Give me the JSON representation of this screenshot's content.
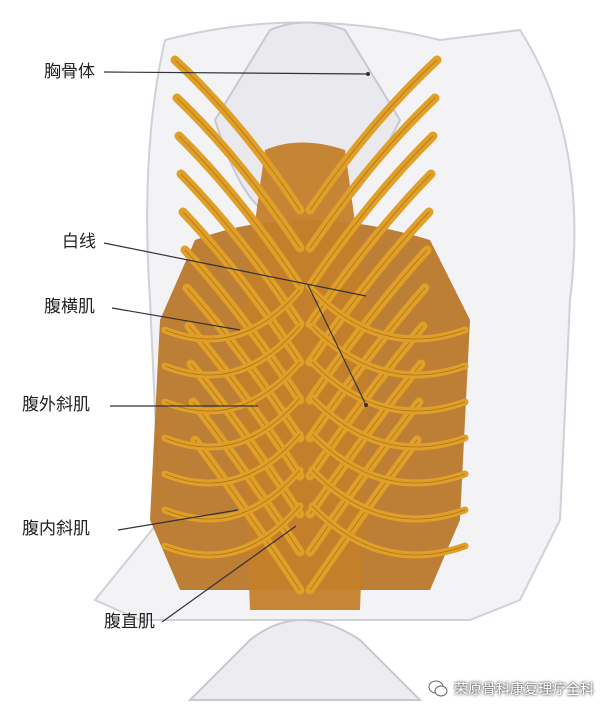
{
  "labels": {
    "sternum": "胸骨体",
    "linea_alba": "白线",
    "transversus": "腹横肌",
    "external_oblique": "腹外斜肌",
    "internal_oblique": "腹内斜肌",
    "rectus": "腹直肌"
  },
  "watermark": {
    "text": "荣原骨科康复理疗全科"
  },
  "colors": {
    "muscle": "#e0a028",
    "muscle_dark": "#a8641a",
    "muscle_deep": "#b8721e",
    "bone": "#f0f0f3",
    "bone_stroke": "#c8c8d2",
    "line": "#333333"
  }
}
